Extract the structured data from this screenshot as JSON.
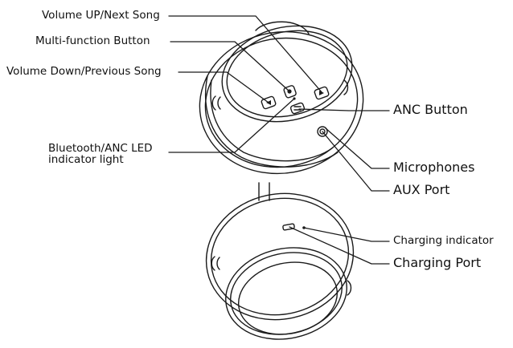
{
  "diagram": {
    "colors": {
      "line": "#1a1a1a",
      "background": "#ffffff"
    },
    "labels": {
      "volume_up": "Volume UP/Next Song",
      "multi_function": "Multi-function Button",
      "volume_down": "Volume Down/Previous Song",
      "led_indicator": "Bluetooth/ANC LED\nindicator light",
      "anc_button": "ANC Button",
      "microphones": "Microphones",
      "aux_port": "AUX Port",
      "charging_indicator": "Charging indicator",
      "charging_port": "Charging Port"
    }
  }
}
